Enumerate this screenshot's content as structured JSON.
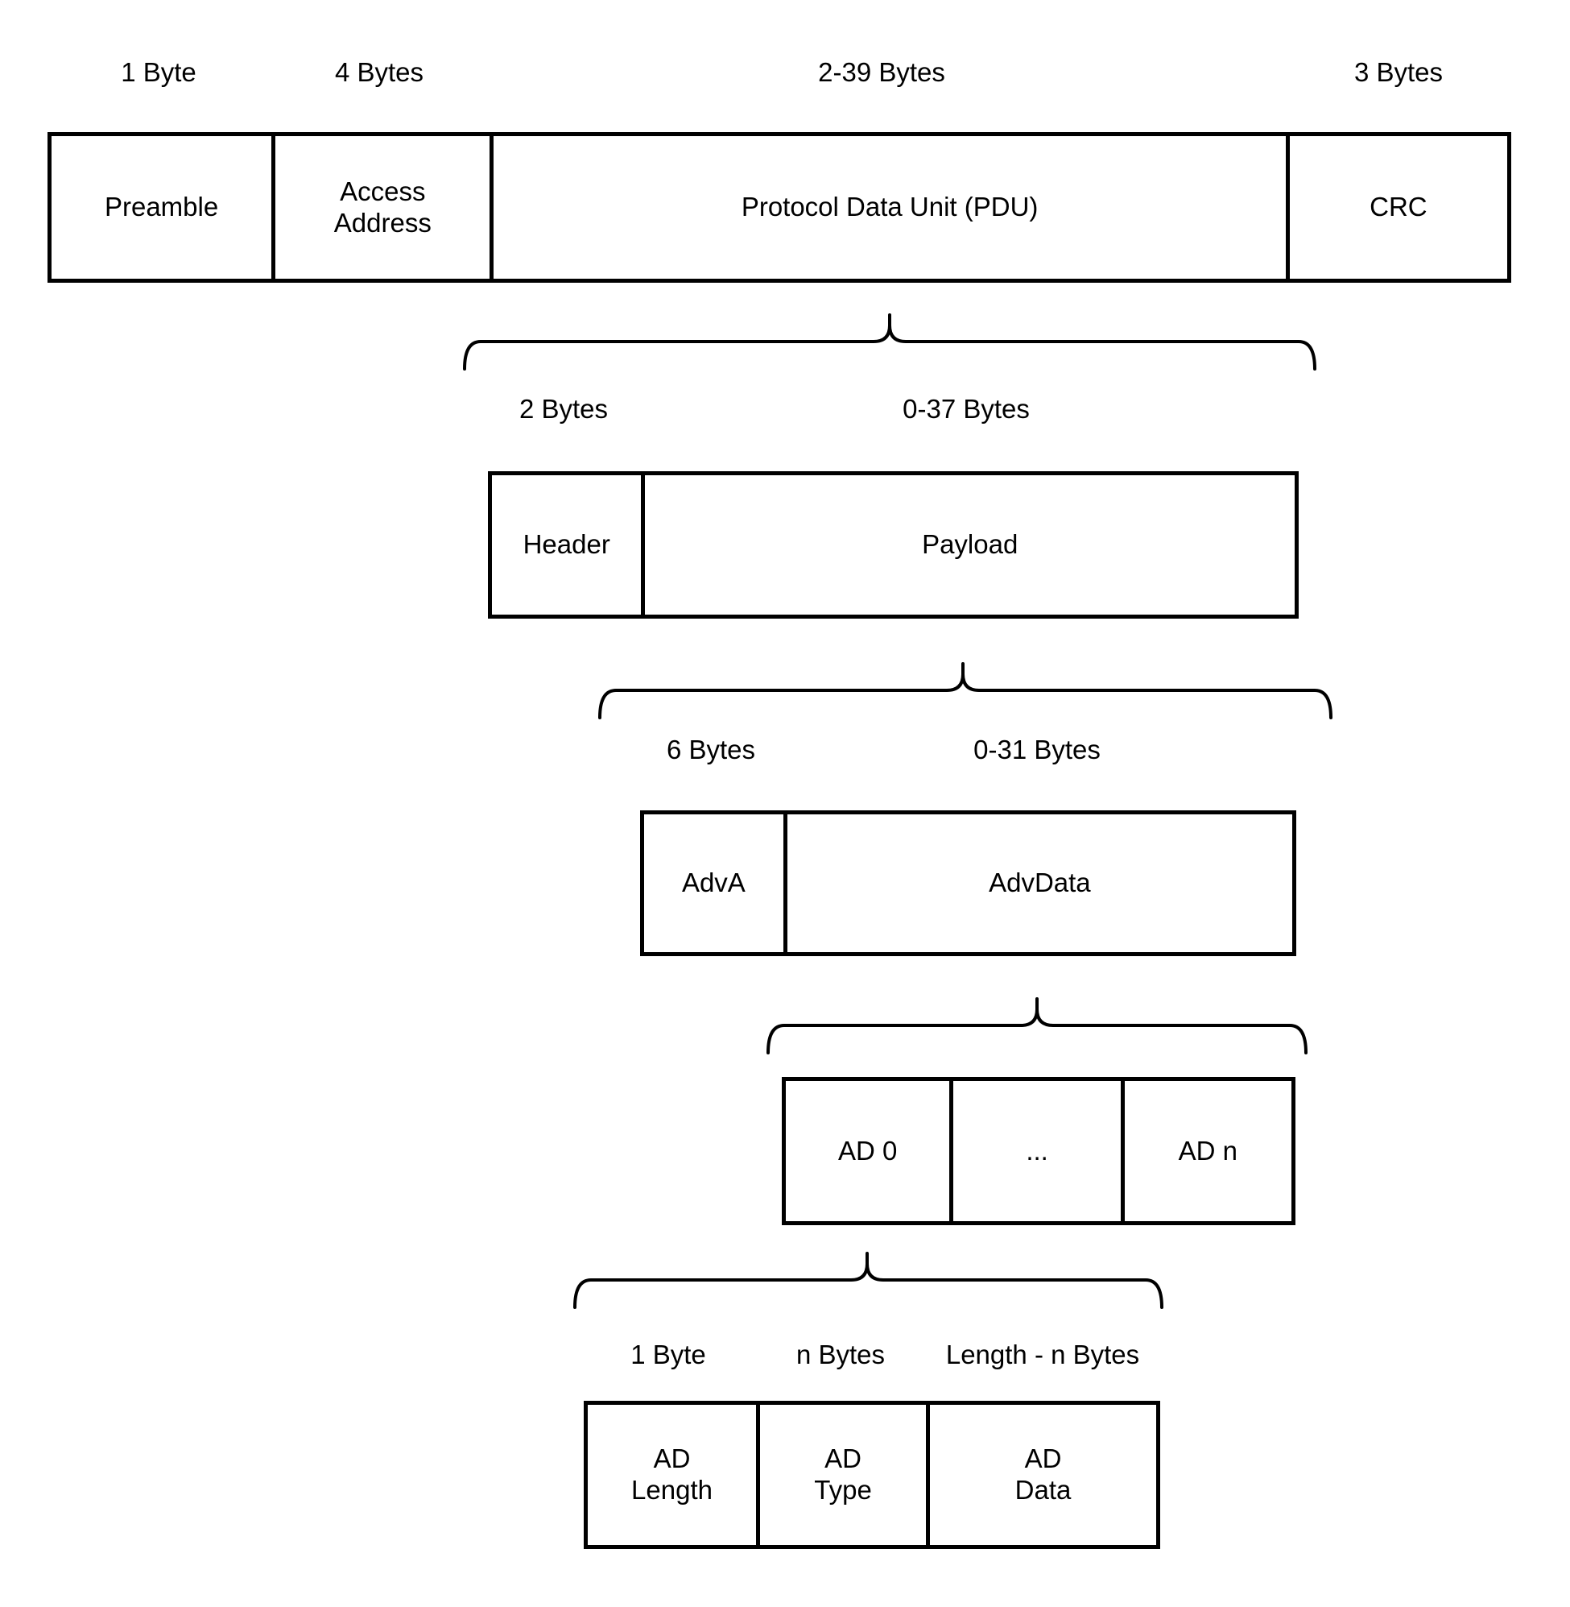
{
  "packet_row": {
    "sizes": [
      "1 Byte",
      "4 Bytes",
      "2-39 Bytes",
      "3 Bytes"
    ],
    "cells": [
      "Preamble",
      "Access\nAddress",
      "Protocol Data Unit (PDU)",
      "CRC"
    ]
  },
  "pdu_row": {
    "sizes": [
      "2 Bytes",
      "0-37 Bytes"
    ],
    "cells": [
      "Header",
      "Payload"
    ]
  },
  "payload_row": {
    "sizes": [
      "6 Bytes",
      "0-31 Bytes"
    ],
    "cells": [
      "AdvA",
      "AdvData"
    ]
  },
  "advdata_row": {
    "cells": [
      "AD 0",
      "...",
      "AD n"
    ]
  },
  "ad_structure_row": {
    "sizes": [
      "1 Byte",
      "n Bytes",
      "Length - n Bytes"
    ],
    "cells": [
      "AD\nLength",
      "AD\nType",
      "AD\nData"
    ]
  },
  "colors": {
    "line": "#000000",
    "background": "#ffffff"
  }
}
